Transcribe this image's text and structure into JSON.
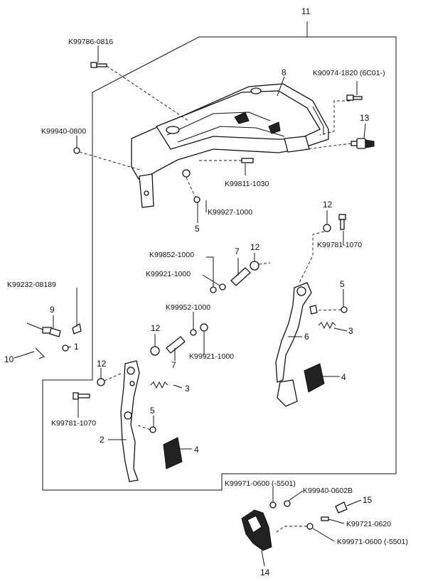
{
  "callouts": {
    "c1": "1",
    "c2": "2",
    "c3a": "3",
    "c3b": "3",
    "c4a": "4",
    "c4b": "4",
    "c5a": "5",
    "c5b": "5",
    "c5c": "5",
    "c6": "6",
    "c7a": "7",
    "c7b": "7",
    "c8": "8",
    "c9": "9",
    "c10": "10",
    "c11": "11",
    "c12a": "12",
    "c12b": "12",
    "c12c": "12",
    "c12d": "12",
    "c13": "13",
    "c14": "14",
    "c15": "15"
  },
  "part_numbers": {
    "p_k99786": "K99786-0816",
    "p_k90974": "K90974-1820 (6C01-)",
    "p_k99940": "K99940-0800",
    "p_k99811": "K99811-1030",
    "p_k99927": "K99927-1000",
    "p_k99781a": "K99781-1070",
    "p_k99852": "K99852-1000",
    "p_k99921a": "K99921-1000",
    "p_k99232": "K99232-08189",
    "p_k99952": "K99952-1000",
    "p_k99921b": "K99921-1000",
    "p_k99781b": "K99781-1070",
    "p_k99971a": "K99971-0600 (-5501)",
    "p_k99940b": "K99940-0602B",
    "p_k99721": "K99721-0620",
    "p_k99971b": "K99971-0600 (-5501)"
  }
}
